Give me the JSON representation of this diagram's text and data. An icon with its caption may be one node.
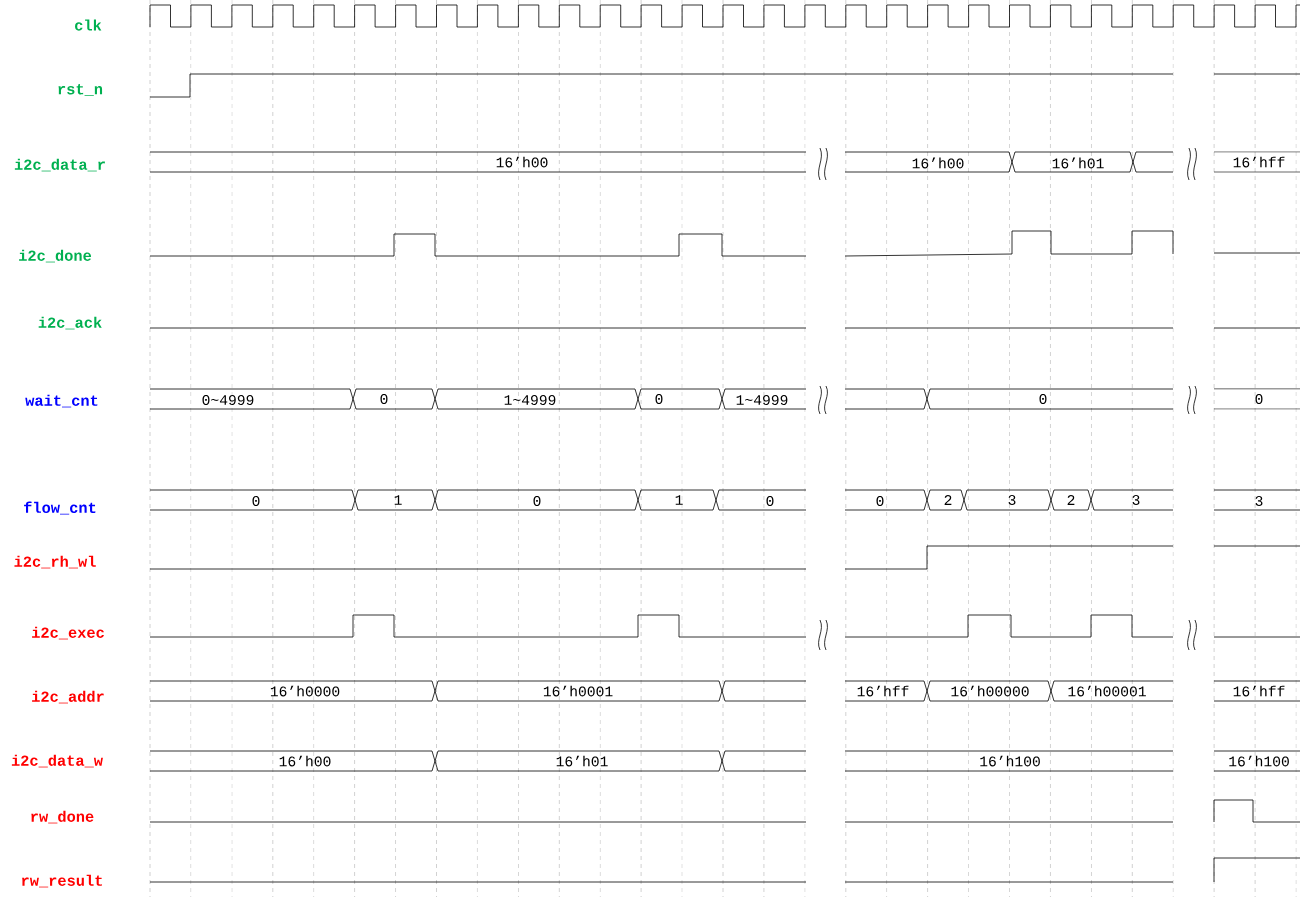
{
  "diagram": {
    "labels": [
      "clk",
      "rst_n",
      "i2c_data_r",
      "16’h00",
      "16’h00",
      "16’h01",
      "16’hff",
      "i2c_done",
      "i2c_ack",
      "wait_cnt",
      "0~4999",
      "0",
      "1~4999",
      "0",
      "1~4999",
      "0",
      "0",
      "flow_cnt",
      "0",
      "1",
      "0",
      "1",
      "0",
      "0",
      "2",
      "3",
      "2",
      "3",
      "3",
      "i2c_rh_wl",
      "i2c_exec",
      "i2c_addr",
      "16’h0000",
      "16’h0001",
      "16’hff",
      "16’h00000",
      "16’h00001",
      "16’hff",
      "i2c_data_w",
      "16’h00",
      "16’h01",
      "16’h100",
      "16’h100",
      "rw_done",
      "rw_result"
    ]
  }
}
